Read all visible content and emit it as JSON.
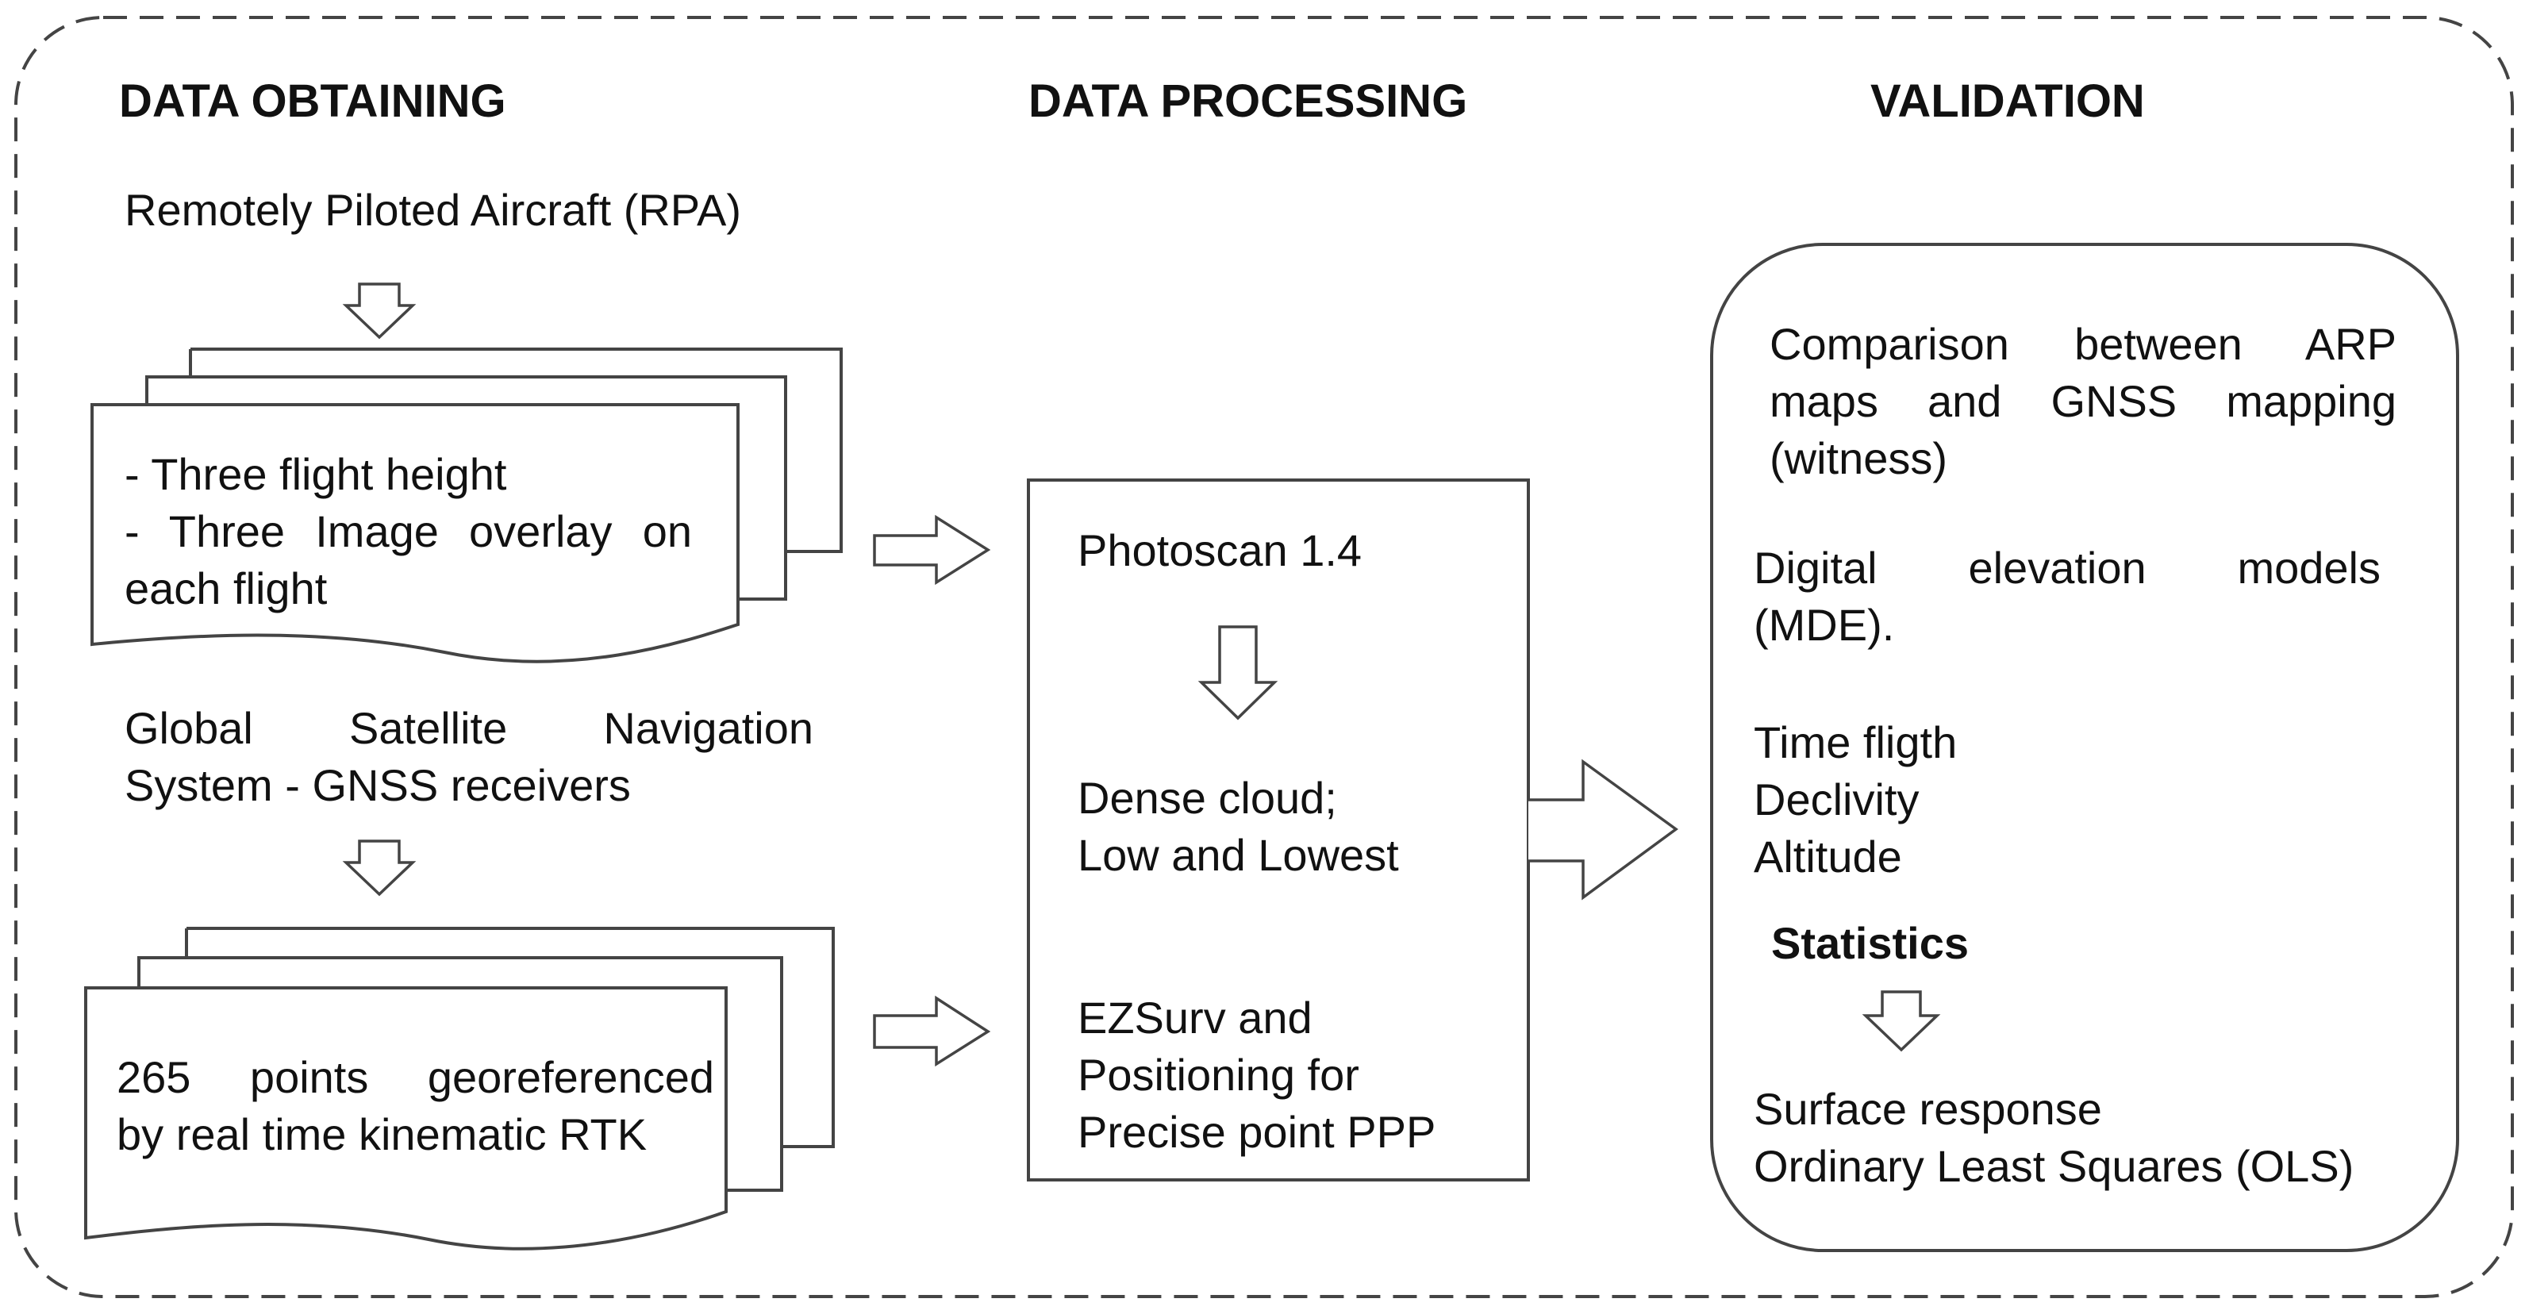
{
  "headings": {
    "data_obtaining": "DATA OBTAINING",
    "data_processing": "DATA PROCESSING",
    "validation": "VALIDATION"
  },
  "data_obtaining": {
    "rpa_title": "Remotely Piloted Aircraft (RPA)",
    "rpa_doc_lines": [
      "- Three flight height",
      "- Three Image overlay on",
      "each flight"
    ],
    "gnss_title_lines": [
      "Global Satellite Navigation",
      "System - GNSS receivers"
    ],
    "gnss_doc_lines": [
      "265 points georeferenced",
      "by real time kinematic RTK"
    ]
  },
  "data_processing": {
    "step1": "Photoscan 1.4",
    "step2_lines": [
      "Dense cloud;",
      "Low and Lowest"
    ],
    "step3_lines": [
      "EZSurv and",
      "Positioning for",
      "Precise point PPP"
    ]
  },
  "validation": {
    "comparison_lines": [
      "Comparison between ARP",
      "maps and GNSS mapping",
      "(witness)"
    ],
    "dem_lines": [
      "Digital elevation models",
      "(MDE)."
    ],
    "factors": [
      "Time fligth",
      "Declivity",
      "Altitude"
    ],
    "statistics": "Statistics",
    "methods": [
      "Surface response",
      "Ordinary Least Squares (OLS)"
    ]
  }
}
